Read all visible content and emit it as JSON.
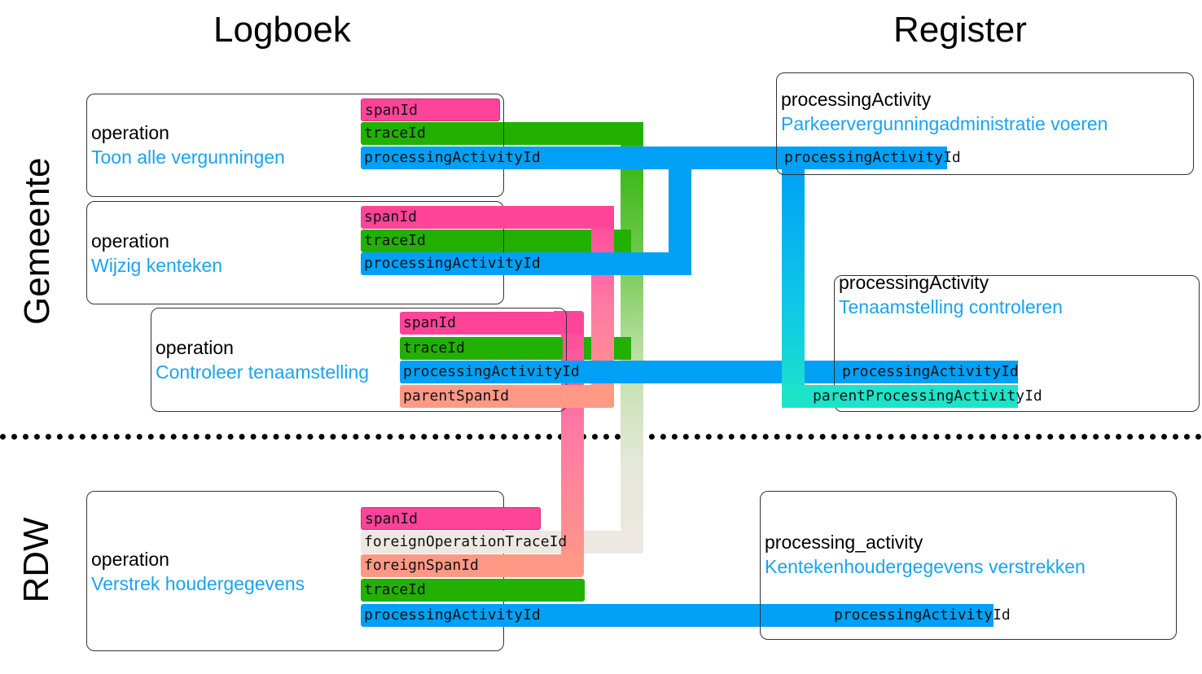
{
  "headings": {
    "logboek": "Logboek",
    "register": "Register"
  },
  "sides": {
    "gemeente": "Gemeente",
    "rdw": "RDW"
  },
  "colors": {
    "span": "#ff4499",
    "trace": "#22b003",
    "processing": "#00a0f6",
    "parent_span": "#ff9986",
    "foreign_trace": "#ede9e2",
    "parent_processing": "#1de3c8",
    "value_text": "#1aa3f0"
  },
  "logboek": [
    {
      "label": "operation",
      "value": "Toon alle vergunningen",
      "fields": [
        "spanId",
        "traceId",
        "processingActivityId"
      ]
    },
    {
      "label": "operation",
      "value": "Wijzig kenteken",
      "fields": [
        "spanId",
        "traceId",
        "processingActivityId"
      ]
    },
    {
      "label": "operation",
      "value": "Controleer tenaamstelling",
      "fields": [
        "spanId",
        "traceId",
        "processingActivityId",
        "parentSpanId"
      ]
    },
    {
      "label": "operation",
      "value": "Verstrek houdergegevens",
      "fields": [
        "spanId",
        "foreignOperationTraceId",
        "foreignSpanId",
        "traceId",
        "processingActivityId"
      ]
    }
  ],
  "register": [
    {
      "label": "processingActivity",
      "value": "Parkeervergunningadministratie voeren",
      "fields": [
        "processingActivityId"
      ]
    },
    {
      "label": "processingActivity",
      "value": "Tenaamstelling controleren",
      "fields": [
        "processingActivityId",
        "parentProcessingActivityId"
      ]
    },
    {
      "label": "processing_activity",
      "value": "Kentekenhoudergegevens verstrekken",
      "fields": [
        "processingActivityId"
      ]
    }
  ]
}
